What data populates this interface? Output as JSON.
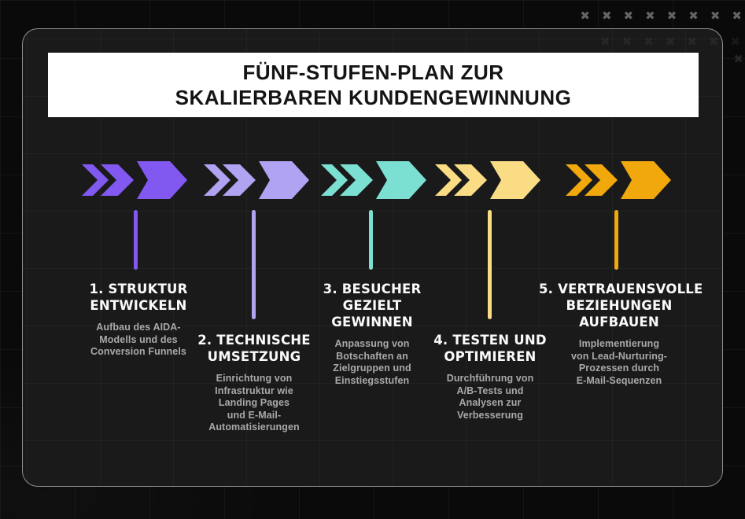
{
  "title": {
    "line1": "FÜNF-STUFEN-PLAN ZUR",
    "line2": "SKALIERBAREN KUNDENGEWINNUNG"
  },
  "stages": [
    {
      "number": "1",
      "color": "#8159F0",
      "title_lines": [
        "1. STRUKTUR",
        "ENTWICKELN"
      ],
      "desc_lines": [
        "Aufbau des AIDA-",
        "Modells und des",
        "Conversion Funnels"
      ]
    },
    {
      "number": "2",
      "color": "#AFA3F2",
      "title_lines": [
        "2. TECHNISCHE",
        "UMSETZUNG"
      ],
      "desc_lines": [
        "Einrichtung von",
        "Infrastruktur wie",
        "Landing Pages",
        "und E-Mail-",
        "Automatisierungen"
      ]
    },
    {
      "number": "3",
      "color": "#7BE0D2",
      "title_lines": [
        "3. BESUCHER",
        "GEZIELT",
        "GEWINNEN"
      ],
      "desc_lines": [
        "Anpassung von",
        "Botschaften an",
        "Zielgruppen und",
        "Einstiegsstufen"
      ]
    },
    {
      "number": "4",
      "color": "#FADC85",
      "title_lines": [
        "4. TESTEN UND",
        "OPTIMIEREN"
      ],
      "desc_lines": [
        "Durchführung von",
        "A/B-Tests und",
        "Analysen zur",
        "Verbesserung"
      ]
    },
    {
      "number": "5",
      "color": "#F0A80D",
      "title_lines": [
        "5. VERTRAUENSVOLLE",
        "BEZIEHUNGEN",
        "AUFBAUEN"
      ],
      "desc_lines": [
        "Implementierung",
        "von Lead-Nurturing-",
        "Prozessen durch",
        "E-Mail-Sequenzen"
      ]
    }
  ],
  "decor": {
    "x_glyph": "✖"
  },
  "colors": {
    "outer_bg": "#0A0A0B",
    "panel_bg": "#1A1A1B",
    "panel_border": "#8F8F8F",
    "title_bg": "#FFFFFF",
    "title_text": "#141414",
    "heading_text": "#FAFAFA",
    "body_text": "#A9A9A9",
    "x_mark": "#646464"
  }
}
